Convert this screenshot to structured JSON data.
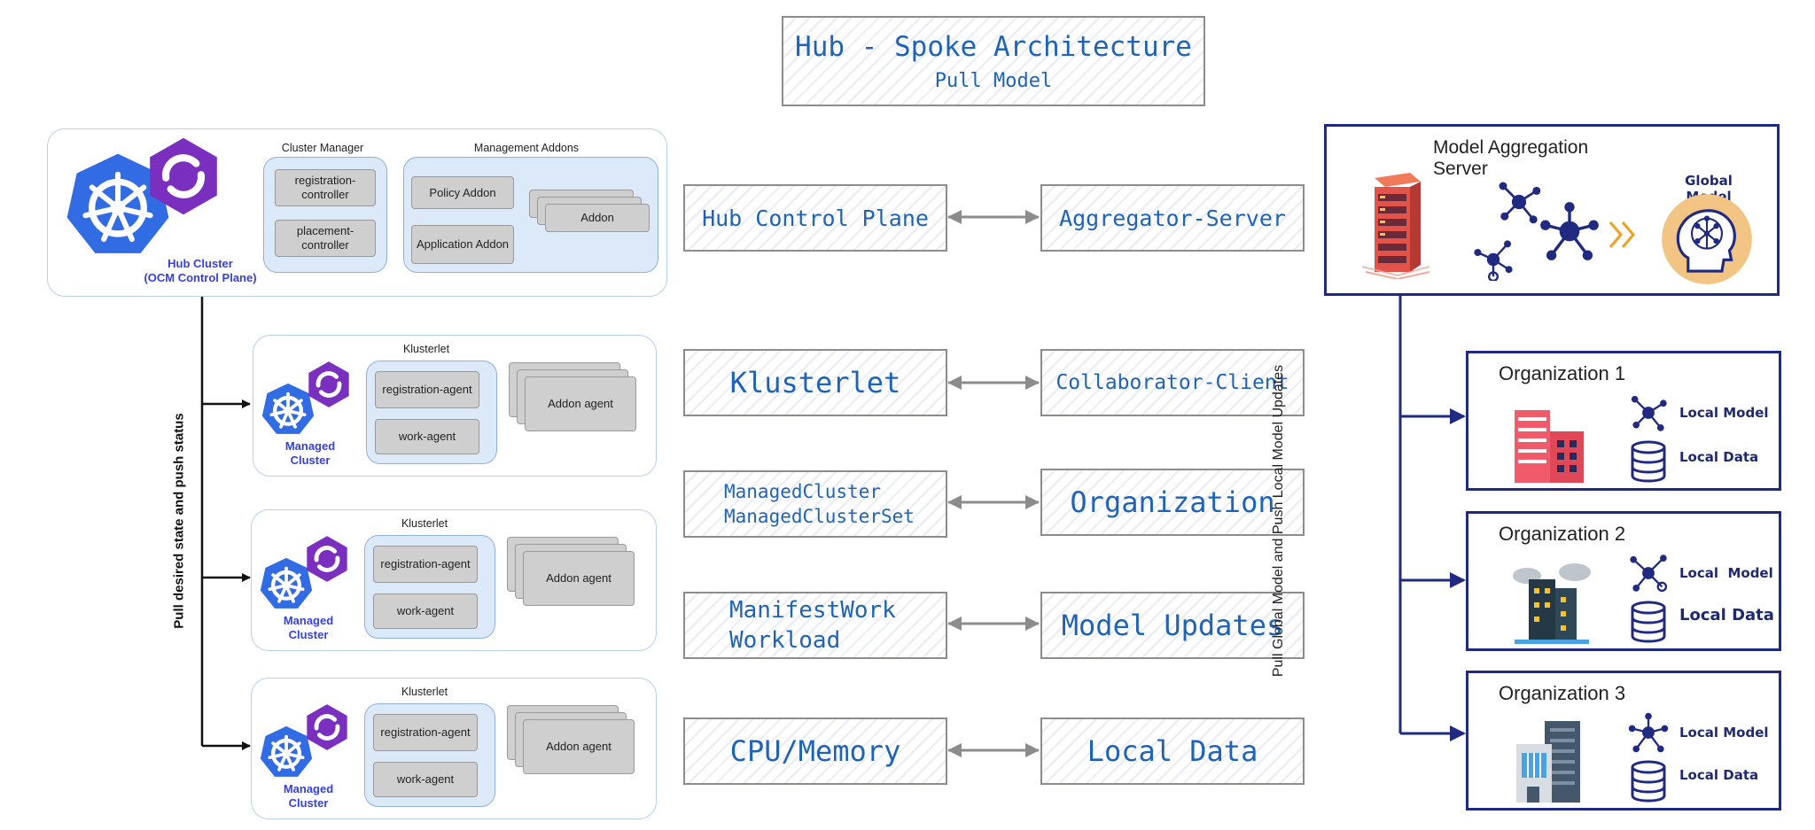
{
  "title": {
    "main": "Hub - Spoke Architecture",
    "sub": "Pull Model"
  },
  "hub": {
    "label_line1": "Hub Cluster",
    "label_line2": "(OCM Control Plane)",
    "cluster_manager": {
      "title": "Cluster Manager",
      "items": [
        "registration-\ncontroller",
        "placement-\ncontroller"
      ]
    },
    "management_addons": {
      "title": "Management Addons",
      "policy": "Policy Addon",
      "application": "Application Addon",
      "addon": "Addon"
    }
  },
  "managed_clusters": [
    {
      "label_line1": "Managed",
      "label_line2": "Cluster",
      "klusterlet_title": "Klusterlet",
      "registration": "registration-agent",
      "work": "work-agent",
      "addon_agent": "Addon agent"
    },
    {
      "label_line1": "Managed",
      "label_line2": "Cluster",
      "klusterlet_title": "Klusterlet",
      "registration": "registration-agent",
      "work": "work-agent",
      "addon_agent": "Addon agent"
    },
    {
      "label_line1": "Managed",
      "label_line2": "Cluster",
      "klusterlet_title": "Klusterlet",
      "registration": "registration-agent",
      "work": "work-agent",
      "addon_agent": "Addon agent"
    }
  ],
  "pull_label": "Pull desired state and push status",
  "mappings": [
    {
      "left": [
        "Hub Control Plane"
      ],
      "right": "Aggregator-Server"
    },
    {
      "left": [
        "Klusterlet"
      ],
      "right": "Collaborator-Client"
    },
    {
      "left": [
        "ManagedCluster",
        "ManagedClusterSet"
      ],
      "right": "Organization"
    },
    {
      "left": [
        "ManifestWork",
        "Workload"
      ],
      "right": "Model Updates"
    },
    {
      "left": [
        "CPU/Memory"
      ],
      "right": "Local Data"
    }
  ],
  "aggregation": {
    "title": "Model Aggregation Server",
    "global_model": "Global Model"
  },
  "fl_label": "Pull Global Model and Push Local Model Updates",
  "organizations": [
    {
      "title": "Organization 1",
      "local_model": "Local Model",
      "local_data": "Local Data"
    },
    {
      "title": "Organization 2",
      "local_model": "Local  Model",
      "local_data": "Local Data"
    },
    {
      "title": "Organization 3",
      "local_model": "Local Model",
      "local_data": "Local Data"
    }
  ],
  "colors": {
    "accent_blue": "#1f63b8",
    "navy": "#1f2a80",
    "k8s_blue": "#326ce5",
    "ocm_purple": "#7b2fbf",
    "hatch_border": "#8c8c8c"
  }
}
